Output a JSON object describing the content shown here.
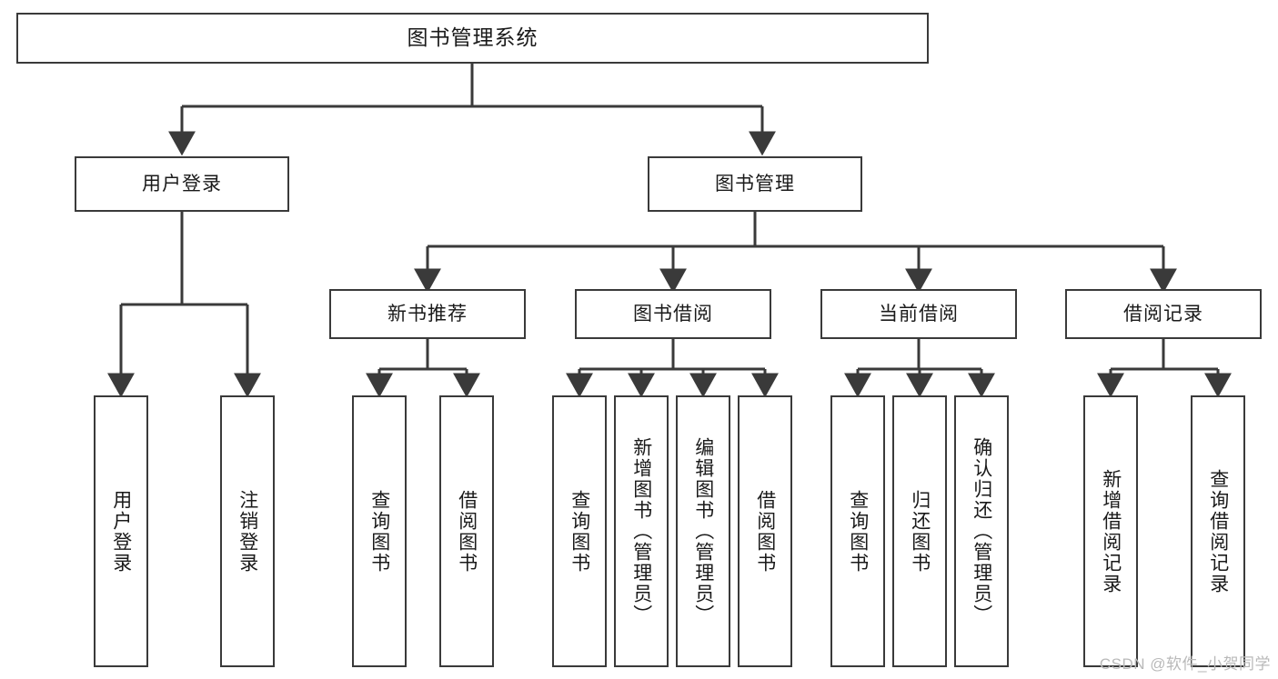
{
  "diagram": {
    "title": "图书管理系统",
    "type": "tree-hierarchy-diagram",
    "watermark": "CSDN @软件_小贺同学",
    "colors": {
      "box_border": "#3a3a3a",
      "box_fill": "#ffffff",
      "connector": "#3a3a3a",
      "text": "#1a1a1a",
      "watermark": "#b9b9b9",
      "background": "#ffffff"
    }
  },
  "nodes": {
    "root": {
      "label": "图书管理系统"
    },
    "level2": [
      {
        "label": "用户登录"
      },
      {
        "label": "图书管理"
      }
    ],
    "level3": [
      {
        "label": "新书推荐"
      },
      {
        "label": "图书借阅"
      },
      {
        "label": "当前借阅"
      },
      {
        "label": "借阅记录"
      }
    ],
    "leaves": {
      "user_login": [
        {
          "label": "用户登录"
        },
        {
          "label": "注销登录"
        }
      ],
      "new_book_recommend": [
        {
          "label": "查询图书"
        },
        {
          "label": "借阅图书"
        }
      ],
      "book_borrow": [
        {
          "label": "查询图书"
        },
        {
          "label": "新增图书（管理员）"
        },
        {
          "label": "编辑图书（管理员）"
        },
        {
          "label": "借阅图书"
        }
      ],
      "current_borrow": [
        {
          "label": "查询图书"
        },
        {
          "label": "归还图书"
        },
        {
          "label": "确认归还（管理员）"
        }
      ],
      "borrow_records": [
        {
          "label": "新增借阅记录"
        },
        {
          "label": "查询借阅记录"
        }
      ]
    }
  }
}
